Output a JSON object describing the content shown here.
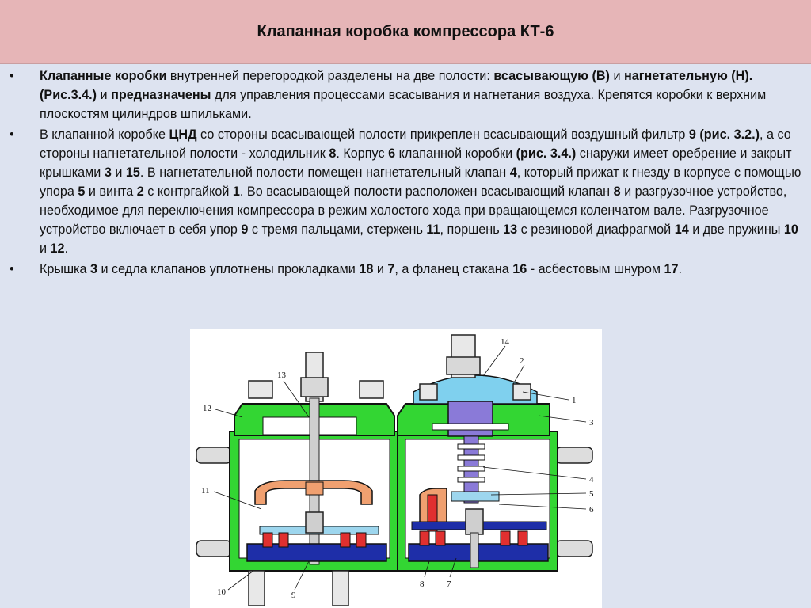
{
  "title": "Клапанная коробка компрессора КТ-6",
  "bullets": [
    {
      "segments": [
        {
          "t": "Клапанные коробки",
          "b": true
        },
        {
          "t": " внутренней перегородкой разделены на две полости: ",
          "b": false
        },
        {
          "t": "всасывающую (В)",
          "b": true
        },
        {
          "t": " и ",
          "b": false
        },
        {
          "t": "нагнетательную (Н). (Рис.3.4.)",
          "b": true
        },
        {
          "t": " и ",
          "b": false
        },
        {
          "t": "предназначены",
          "b": true
        },
        {
          "t": " для управления процессами всасывания и нагнетания воздуха. Крепятся коробки к верхним плоскостям цилиндров шпильками.",
          "b": false
        }
      ]
    },
    {
      "segments": [
        {
          "t": "В клапанной коробке ",
          "b": false
        },
        {
          "t": "ЦНД",
          "b": true
        },
        {
          "t": " со стороны всасывающей полости прикреплен всасывающий воздушный фильтр ",
          "b": false
        },
        {
          "t": "9 (рис. 3.2.)",
          "b": true
        },
        {
          "t": ", а со стороны нагнетательной полости - холодильник ",
          "b": false
        },
        {
          "t": "8",
          "b": true
        },
        {
          "t": ". Корпус ",
          "b": false
        },
        {
          "t": "6",
          "b": true
        },
        {
          "t": " клапанной коробки ",
          "b": false
        },
        {
          "t": "(рис. 3.4.)",
          "b": true
        },
        {
          "t": " снаружи имеет оребрение и закрыт крышками ",
          "b": false
        },
        {
          "t": "3",
          "b": true
        },
        {
          "t": " и ",
          "b": false
        },
        {
          "t": "15",
          "b": true
        },
        {
          "t": ". В нагнетательной полости помещен нагнетательный клапан ",
          "b": false
        },
        {
          "t": "4",
          "b": true
        },
        {
          "t": ", который прижат к гнезду в корпусе с помощью упора ",
          "b": false
        },
        {
          "t": "5",
          "b": true
        },
        {
          "t": " и винта ",
          "b": false
        },
        {
          "t": "2",
          "b": true
        },
        {
          "t": " с контргайкой ",
          "b": false
        },
        {
          "t": "1",
          "b": true
        },
        {
          "t": ". Во всасывающей полости расположен всасывающий клапан ",
          "b": false
        },
        {
          "t": "8",
          "b": true
        },
        {
          "t": " и разгрузочное устройство, необходимое для переключения компрессора в режим холостого хода при вращающемся коленчатом вале. Разгрузочное устройство включает в себя упор ",
          "b": false
        },
        {
          "t": "9",
          "b": true
        },
        {
          "t": " с тремя пальцами, стержень ",
          "b": false
        },
        {
          "t": "11",
          "b": true
        },
        {
          "t": ", поршень ",
          "b": false
        },
        {
          "t": "13",
          "b": true
        },
        {
          "t": " с резиновой диафрагмой ",
          "b": false
        },
        {
          "t": "14",
          "b": true
        },
        {
          "t": " и две пружины ",
          "b": false
        },
        {
          "t": "10",
          "b": true
        },
        {
          "t": " и ",
          "b": false
        },
        {
          "t": "12",
          "b": true
        },
        {
          "t": ".",
          "b": false
        }
      ]
    },
    {
      "segments": [
        {
          "t": "Крышка ",
          "b": false
        },
        {
          "t": "3",
          "b": true
        },
        {
          "t": " и седла клапанов уплотнены прокладками ",
          "b": false
        },
        {
          "t": "18",
          "b": true
        },
        {
          "t": " и ",
          "b": false
        },
        {
          "t": "7",
          "b": true
        },
        {
          "t": ", а фланец стакана ",
          "b": false
        },
        {
          "t": "16",
          "b": true
        },
        {
          "t": " - асбестовым шнуром ",
          "b": false
        },
        {
          "t": "17",
          "b": true
        },
        {
          "t": ".",
          "b": false
        }
      ]
    }
  ],
  "figure": {
    "labels": {
      "l1": "1",
      "l2": "2",
      "l3": "3",
      "l4": "4",
      "l5": "5",
      "l6": "6",
      "l7": "7",
      "l8": "8",
      "l9": "9",
      "l10": "10",
      "l11": "11",
      "l12": "12",
      "l13": "13",
      "l14": "14"
    }
  },
  "colors": {
    "title_bg": "#e6b5b7",
    "page_bg": "#dde3f0",
    "green": "#33d633",
    "orange": "#f0a070",
    "blue": "#1e2ea8",
    "violet": "#8a7ad8",
    "cyan": "#7fd0ee",
    "red": "#e03030"
  }
}
